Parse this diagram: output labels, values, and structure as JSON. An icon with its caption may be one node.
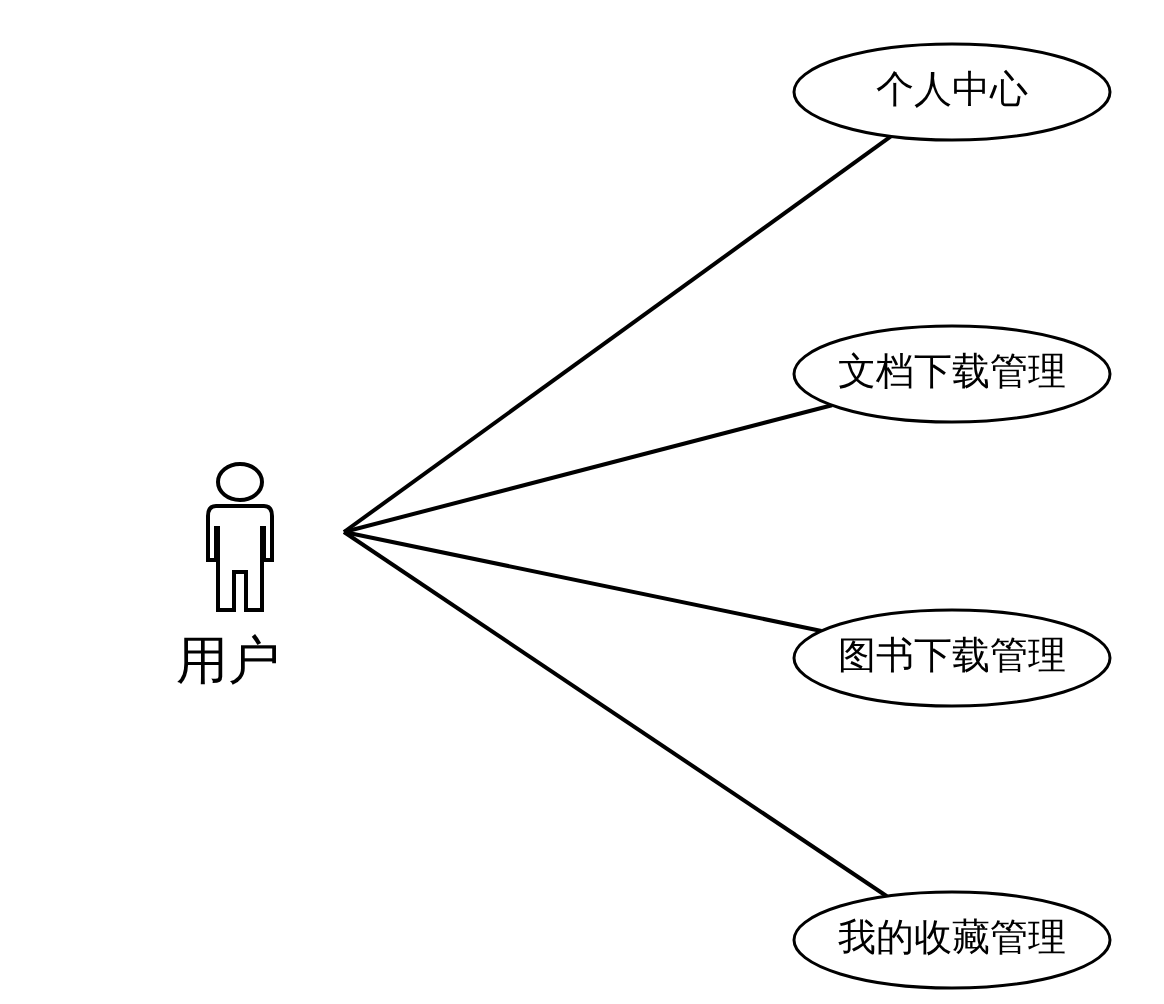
{
  "diagram": {
    "nodes": [
      {
        "text": [
          "用户"
        ]
      },
      {
        "text": [
          "个人中心"
        ]
      },
      {
        "text": [
          "文档下载管理"
        ]
      },
      {
        "text": [
          "图书下载管理"
        ]
      },
      {
        "text": [
          "我的收藏管理"
        ]
      }
    ],
    "edges": [
      {
        "from": 0,
        "to": 1,
        "arrow": "none"
      },
      {
        "from": 0,
        "to": 2,
        "arrow": "none"
      },
      {
        "from": 0,
        "to": 3,
        "arrow": "none"
      },
      {
        "from": 0,
        "to": 4,
        "arrow": "none"
      }
    ]
  }
}
